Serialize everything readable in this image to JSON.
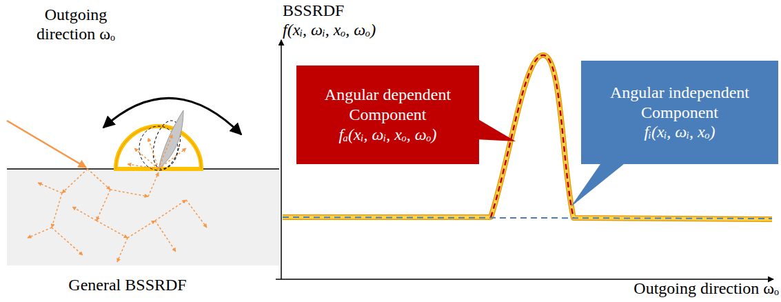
{
  "diagram": {
    "nodes": [
      {
        "text": [
          "Angular dependent Component",
          "fₐ(xᵢ, ωᵢ, xₒ, ωₒ)"
        ]
      },
      {
        "text": [
          "Angular independent Component",
          "fᵢ(xᵢ, ωᵢ, xₒ)"
        ]
      }
    ],
    "labels": [
      "Outgoing direction ωₒ",
      "General BSSRDF",
      "BSSRDF",
      "f(xᵢ, ωᵢ, xₒ, ωₒ)",
      "Outgoing direction ωₒ"
    ]
  }
}
